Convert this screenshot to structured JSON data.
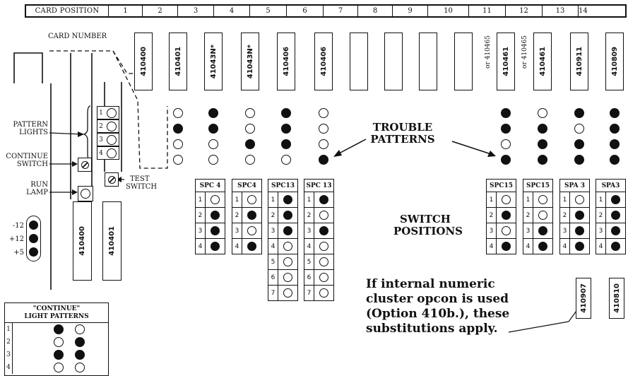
{
  "header": {
    "label": "CARD POSITION",
    "positions": [
      "1",
      "2",
      "3",
      "4",
      "5",
      "6",
      "7",
      "8",
      "9",
      "10",
      "11",
      "12",
      "13",
      "14"
    ]
  },
  "card_number_label": "CARD NUMBER",
  "cards": [
    {
      "pos": "1",
      "number": "410400"
    },
    {
      "pos": "2",
      "number": "410401"
    },
    {
      "pos": "3",
      "number": "41043N*"
    },
    {
      "pos": "4",
      "number": "41043N*"
    },
    {
      "pos": "5",
      "number": "410406"
    },
    {
      "pos": "6",
      "number": "410406"
    },
    {
      "pos": "7",
      "number": ""
    },
    {
      "pos": "8",
      "number": ""
    },
    {
      "pos": "9",
      "number": ""
    },
    {
      "pos": "10",
      "number": ""
    },
    {
      "pos": "11",
      "number": "410461",
      "alt": "or 410465"
    },
    {
      "pos": "12",
      "number": "410461",
      "alt": "or 410465"
    },
    {
      "pos": "13",
      "number": "410911"
    },
    {
      "pos": "14",
      "number": "410809"
    }
  ],
  "trouble_patterns": {
    "label": "TROUBLE PATTERNS",
    "columns": [
      {
        "pos": "2",
        "lights": [
          false,
          true,
          false,
          false
        ]
      },
      {
        "pos": "3",
        "lights": [
          true,
          true,
          false,
          false
        ]
      },
      {
        "pos": "4",
        "lights": [
          false,
          false,
          true,
          false
        ]
      },
      {
        "pos": "5",
        "lights": [
          true,
          true,
          true,
          false
        ]
      },
      {
        "pos": "6",
        "lights": [
          false,
          false,
          false,
          true
        ]
      },
      {
        "pos": "11",
        "lights": [
          true,
          true,
          false,
          true
        ]
      },
      {
        "pos": "12",
        "lights": [
          false,
          true,
          true,
          true
        ]
      },
      {
        "pos": "13",
        "lights": [
          true,
          false,
          true,
          true
        ]
      },
      {
        "pos": "14",
        "lights": [
          true,
          true,
          true,
          true
        ]
      }
    ]
  },
  "switch_positions": {
    "label": "SWITCH POSITIONS",
    "switches": [
      {
        "title": "SPC 4",
        "states": [
          false,
          true,
          true,
          true
        ]
      },
      {
        "title": "SPC4",
        "states": [
          false,
          true,
          false,
          true
        ]
      },
      {
        "title": "SPC13",
        "states": [
          true,
          true,
          true,
          false,
          false,
          false,
          false
        ]
      },
      {
        "title": "SPC 13",
        "states": [
          true,
          false,
          true,
          false,
          false,
          false,
          false
        ]
      },
      {
        "title": "SPC15",
        "states": [
          false,
          true,
          false,
          true
        ]
      },
      {
        "title": "SPC15",
        "states": [
          false,
          false,
          true,
          true
        ]
      },
      {
        "title": "SPA 3",
        "states": [
          false,
          true,
          true,
          true
        ]
      },
      {
        "title": "SPA3",
        "states": [
          true,
          true,
          true,
          true
        ]
      }
    ]
  },
  "substitutions": {
    "cards": [
      "410907",
      "410810"
    ],
    "note_lines": [
      "If internal numeric",
      "cluster opcon is used",
      "(Option 410b.), these",
      "substitutions apply."
    ]
  },
  "panel": {
    "pattern_lights_label": [
      "PATTERN",
      "LIGHTS"
    ],
    "pattern_numbers": [
      "1",
      "2",
      "3",
      "4"
    ],
    "continue_switch_label": [
      "CONTINUE",
      "SWITCH"
    ],
    "run_lamp_label": [
      "RUN",
      "LAMP"
    ],
    "test_switch_label": [
      "TEST",
      "SWITCH"
    ],
    "voltages": [
      "-12",
      "+12",
      "+5"
    ],
    "board_cards": [
      "410400",
      "410401"
    ]
  },
  "continue_light_patterns": {
    "title_lines": [
      "\"CONTINUE\"",
      "LIGHT PATTERNS"
    ],
    "rows": [
      {
        "num": "1",
        "lights": [
          true,
          false
        ]
      },
      {
        "num": "2",
        "lights": [
          false,
          true
        ]
      },
      {
        "num": "3",
        "lights": [
          true,
          true
        ]
      },
      {
        "num": "4",
        "lights": [
          false,
          false
        ]
      }
    ]
  }
}
